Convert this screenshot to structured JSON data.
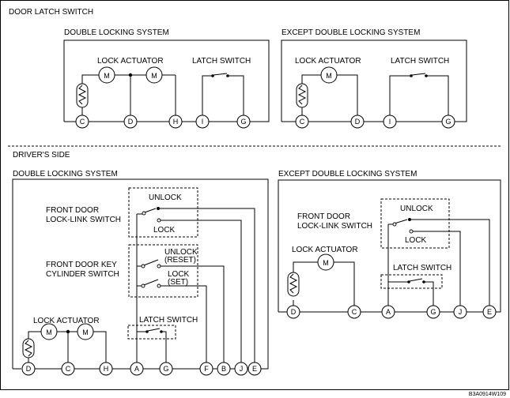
{
  "title": "DOOR LATCH SWITCH",
  "top_double": {
    "heading": "DOUBLE LOCKING SYSTEM",
    "lock_actuator": "LOCK ACTUATOR",
    "latch_switch": "LATCH SWITCH",
    "motor1": "M",
    "motor2": "M",
    "terminals": [
      "C",
      "D",
      "H",
      "I",
      "G"
    ]
  },
  "top_except": {
    "heading": "EXCEPT DOUBLE LOCKING SYSTEM",
    "lock_actuator": "LOCK ACTUATOR",
    "latch_switch": "LATCH SWITCH",
    "motor": "M",
    "terminals": [
      "C",
      "D",
      "I",
      "G"
    ]
  },
  "drivers_side": "DRIVER'S SIDE",
  "bottom_double": {
    "heading": "DOUBLE LOCKING SYSTEM",
    "link_switch_l1": "FRONT DOOR",
    "link_switch_l2": "LOCK-LINK SWITCH",
    "unlock": "UNLOCK",
    "lock": "LOCK",
    "key_switch_l1": "FRONT DOOR KEY",
    "key_switch_l2": "CYLINDER SWITCH",
    "unlock_k": "UNLOCK",
    "reset": "(RESET)",
    "lock_k": "LOCK",
    "set": "(SET)",
    "latch_switch": "LATCH SWITCH",
    "lock_actuator": "LOCK ACTUATOR",
    "motor1": "M",
    "motor2": "M",
    "terminals": [
      "D",
      "C",
      "H",
      "A",
      "G",
      "F",
      "B",
      "J",
      "E"
    ]
  },
  "bottom_except": {
    "heading": "EXCEPT DOUBLE LOCKING SYSTEM",
    "link_switch_l1": "FRONT DOOR",
    "link_switch_l2": "LOCK-LINK SWITCH",
    "unlock": "UNLOCK",
    "lock": "LOCK",
    "lock_actuator": "LOCK ACTUATOR",
    "latch_switch": "LATCH SWITCH",
    "motor": "M",
    "terminals": [
      "D",
      "C",
      "A",
      "G",
      "J",
      "E"
    ]
  },
  "code": "B3A0914W109"
}
